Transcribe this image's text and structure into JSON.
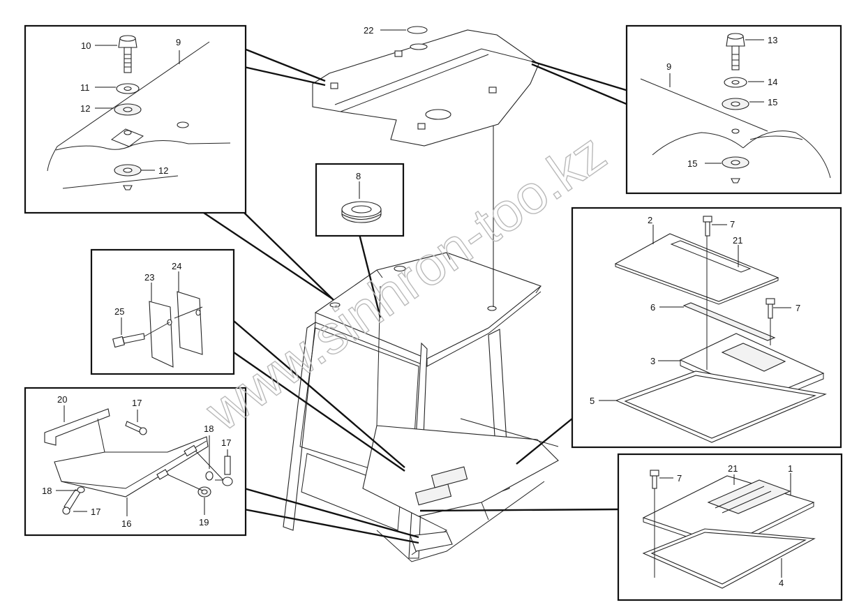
{
  "labels": {
    "l1": "1",
    "l2": "2",
    "l3": "3",
    "l4": "4",
    "l5": "5",
    "l6": "6",
    "l7a": "7",
    "l7b": "7",
    "l7c": "7",
    "l8": "8",
    "l9a": "9",
    "l9b": "9",
    "l10": "10",
    "l11": "11",
    "l12a": "12",
    "l12b": "12",
    "l13": "13",
    "l14": "14",
    "l15a": "15",
    "l15b": "15",
    "l16": "16",
    "l17a": "17",
    "l17b": "17",
    "l17c": "17",
    "l18a": "18",
    "l18b": "18",
    "l19": "19",
    "l20": "20",
    "l21a": "21",
    "l21b": "21",
    "l22": "22",
    "l23": "23",
    "l24": "24",
    "l25": "25"
  },
  "watermark": "www.sinhron-too.kz"
}
